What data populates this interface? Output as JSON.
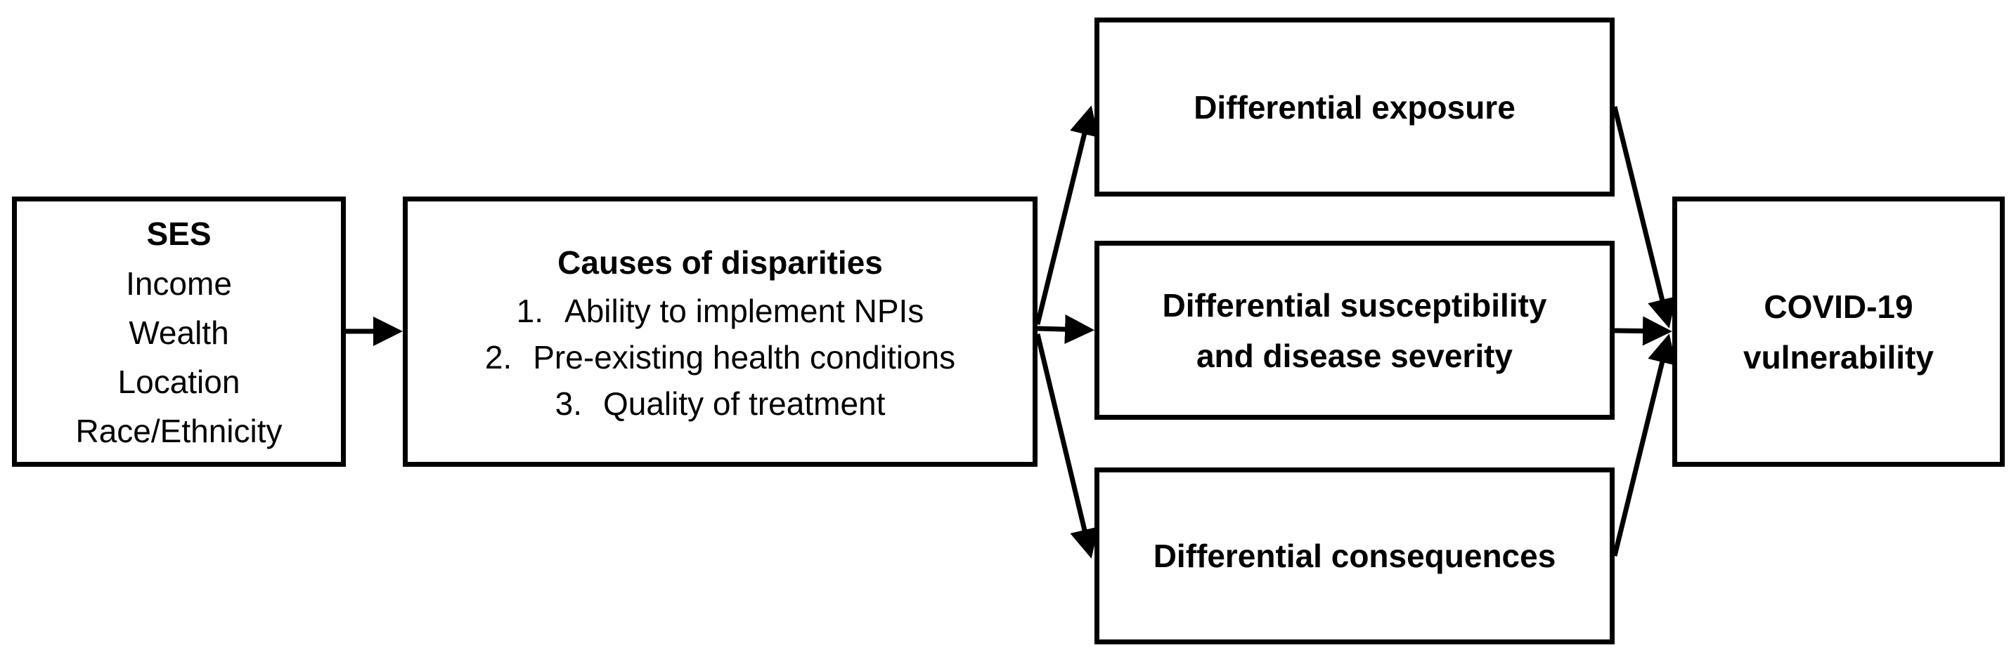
{
  "ses": {
    "title": "SES",
    "items": [
      "Income",
      "Wealth",
      "Location",
      "Race/Ethnicity"
    ]
  },
  "causes": {
    "title": "Causes of disparities",
    "items": [
      {
        "num": "1.",
        "text": "Ability to implement NPIs"
      },
      {
        "num": "2.",
        "text": "Pre-existing health conditions"
      },
      {
        "num": "3.",
        "text": "Quality of treatment"
      }
    ]
  },
  "outcomes": {
    "exposure": "Differential exposure",
    "susceptibility_line1": "Differential susceptibility",
    "susceptibility_line2": "and disease severity",
    "consequences": "Differential consequences"
  },
  "result": {
    "line1": "COVID-19",
    "line2": "vulnerability"
  }
}
